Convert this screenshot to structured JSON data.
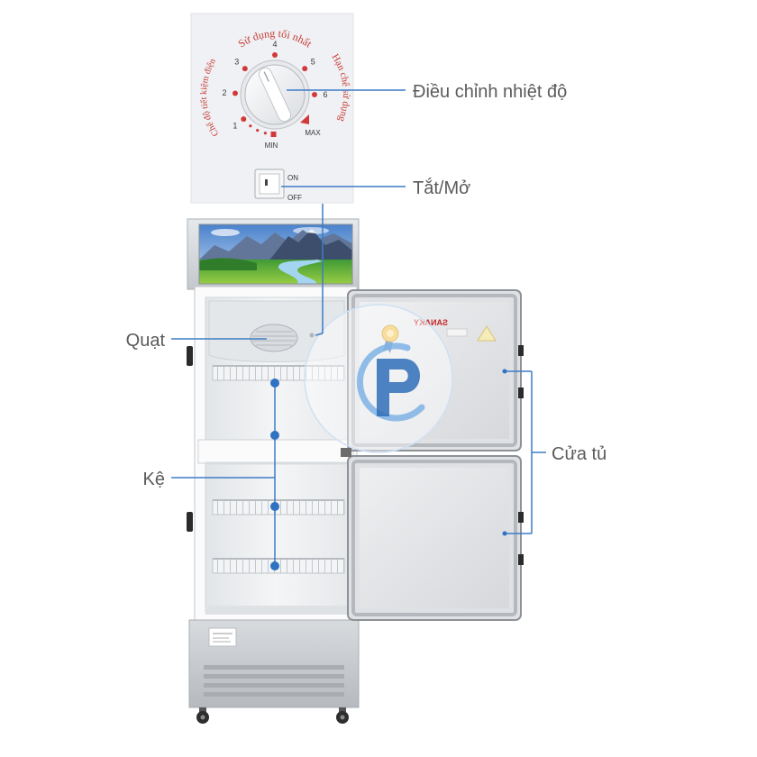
{
  "labels": {
    "temperature_control": "Điều chỉnh nhiệt độ",
    "power_switch": "Tắt/Mở",
    "fan": "Quạt",
    "shelves": "Kệ",
    "doors": "Cửa tủ"
  },
  "dial": {
    "top_arc": "Sử dụng tối nhất",
    "right_arc": "Hạn chế sử dụng",
    "left_arc": "Chế độ tiết kiệm điện",
    "numbers": [
      "1",
      "2",
      "3",
      "4",
      "5",
      "6"
    ],
    "min_label": "MIN",
    "max_label": "MAX"
  },
  "switch": {
    "on_label": "ON",
    "off_label": "OFF"
  },
  "door_brand": "SANAKY",
  "colors": {
    "annotation": "#3d7cc6",
    "dial_text": "#c83a32",
    "label_text": "#5b5b5b",
    "background": "#ffffff"
  },
  "icons": {
    "watermark": "cp-logo-watermark",
    "door_badge": "medal-sticker-icon",
    "door_warning": "triangle-sticker-icon"
  }
}
